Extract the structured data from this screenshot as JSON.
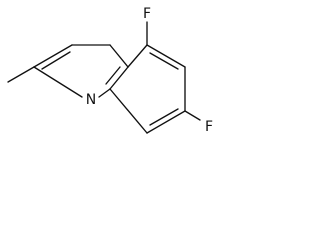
{
  "molecule": {
    "atoms": {
      "f_top": "F",
      "f_right": "F",
      "n_ring": "N"
    }
  }
}
